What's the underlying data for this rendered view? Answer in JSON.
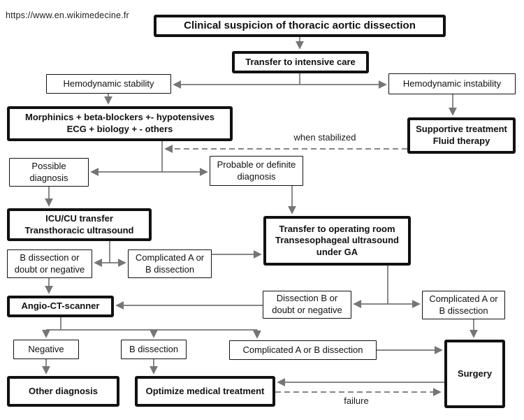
{
  "page": {
    "source_url": "https://www.en.wikimedecine.fr"
  },
  "flowchart": {
    "nodes": {
      "clinical_suspicion": "Clinical suspicion of thoracic aortic dissection",
      "transfer_intensive_care": "Transfer to intensive care",
      "hemodynamic_stability": "Hemodynamic stability",
      "hemodynamic_instability": "Hemodynamic instability",
      "morphinics": "Morphinics + beta-blockers +- hypotensives\nECG + biology + - others",
      "supportive_treatment": "Supportive treatment\nFluid therapy",
      "possible_diagnosis": "Possible\ndiagnosis",
      "probable_diagnosis": "Probable or definite\ndiagnosis",
      "icu_transfer": "ICU/CU transfer\nTransthoracic ultrasound",
      "operating_room": "Transfer to operating room\nTransesophageal ultrasound\nunder GA",
      "b_dissection_doubt": "B dissection or\ndoubt or negative",
      "complicated_ab_left": "Complicated A or\nB dissection",
      "angio_ct": "Angio-CT-scanner",
      "dissection_b_doubt": "Dissection B or\ndoubt or negative",
      "complicated_ab_right": "Complicated A or\nB dissection",
      "negative": "Negative",
      "b_dissection": "B dissection",
      "complicated_ab_bottom": "Complicated A or B dissection",
      "surgery": "Surgery",
      "other_diagnosis": "Other diagnosis",
      "optimize_treatment": "Optimize medical treatment"
    },
    "edge_labels": {
      "when_stabilized": "when stabilized",
      "failure": "failure"
    },
    "colors": {
      "box_border": "#111111",
      "arrow": "#757575",
      "background": "#ffffff",
      "text": "#111111"
    }
  }
}
